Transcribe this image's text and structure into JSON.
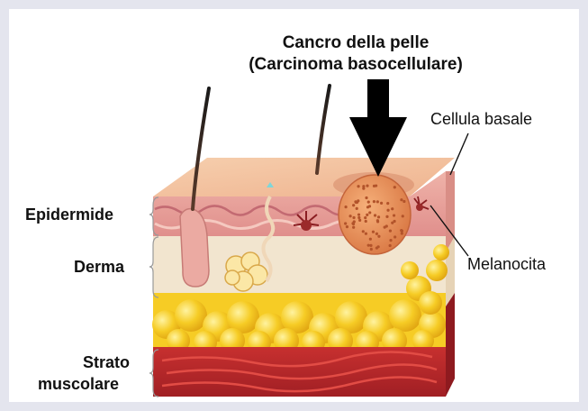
{
  "title": {
    "line1": "Cancro della pelle",
    "line2": "(Carcinoma basocellulare)"
  },
  "labels": {
    "cellula_basale": "Cellula basale",
    "melanocita": "Melanocita",
    "epidermide": "Epidermide",
    "derma": "Derma",
    "strato_line1": "Strato",
    "strato_line2": "muscolare"
  },
  "colors": {
    "background": "#e4e5ee",
    "skin_top": "#f3c2a0",
    "epidermis": "#e9a6a0",
    "dermis": "#f2e5cf",
    "fat": "#f4c521",
    "muscle": "#b5282c",
    "tumor": "#e38a55",
    "arrow": "#000000"
  }
}
